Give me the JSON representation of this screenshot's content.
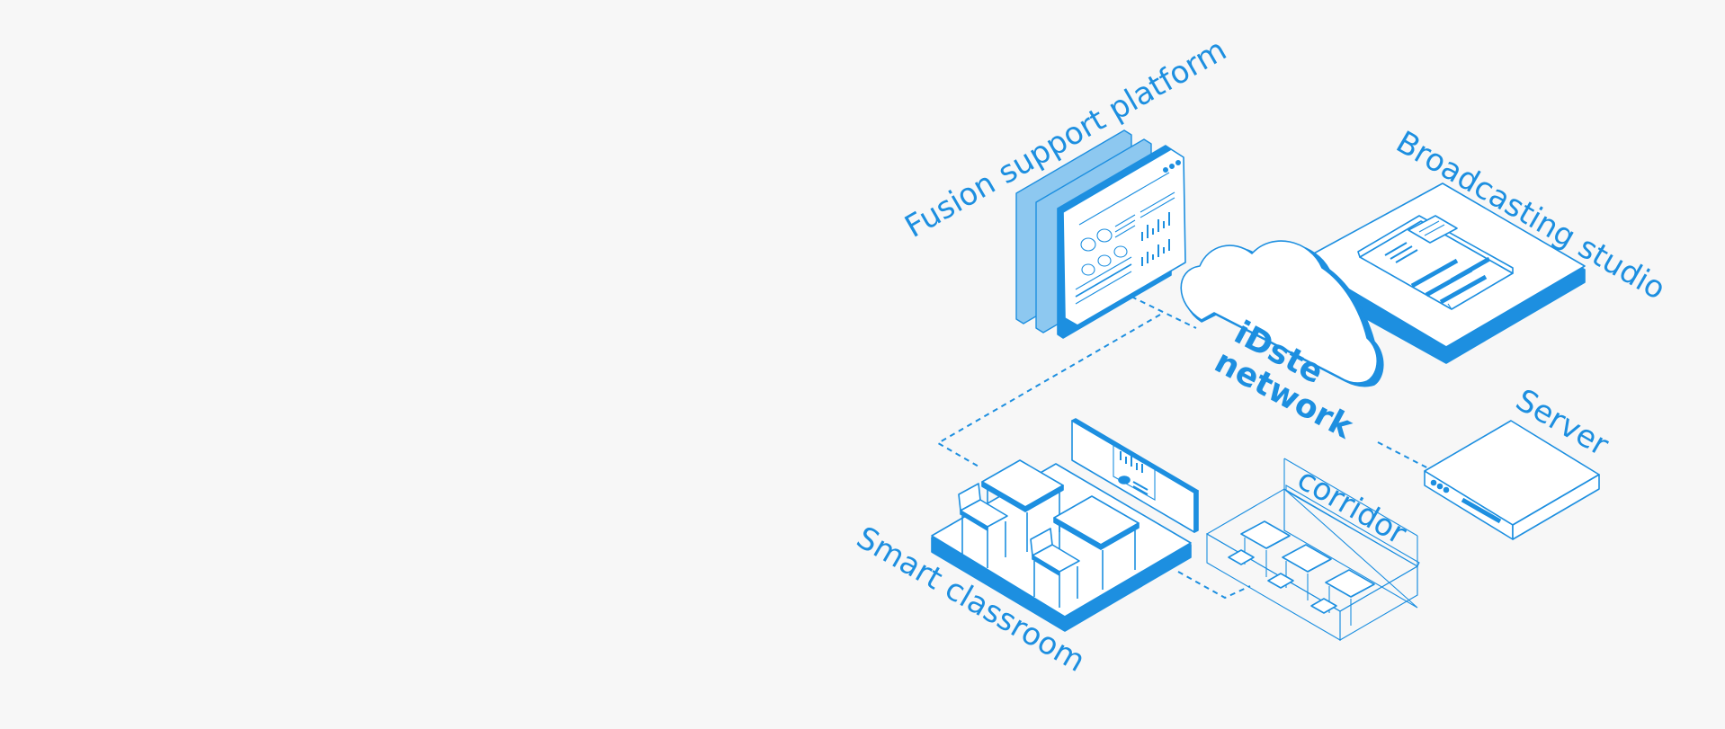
{
  "diagram": {
    "accent_color": "#1d8fe0",
    "background_color": "#f7f7f7",
    "nodes": {
      "fusion": {
        "label": "Fusion support platform"
      },
      "broadcasting": {
        "label": "Broadcasting studio"
      },
      "cloud": {
        "line1": "iDste",
        "line2": "network"
      },
      "server": {
        "label": "Server"
      },
      "corridor": {
        "label": "corridor"
      },
      "classroom": {
        "label": "Smart classroom"
      }
    }
  }
}
